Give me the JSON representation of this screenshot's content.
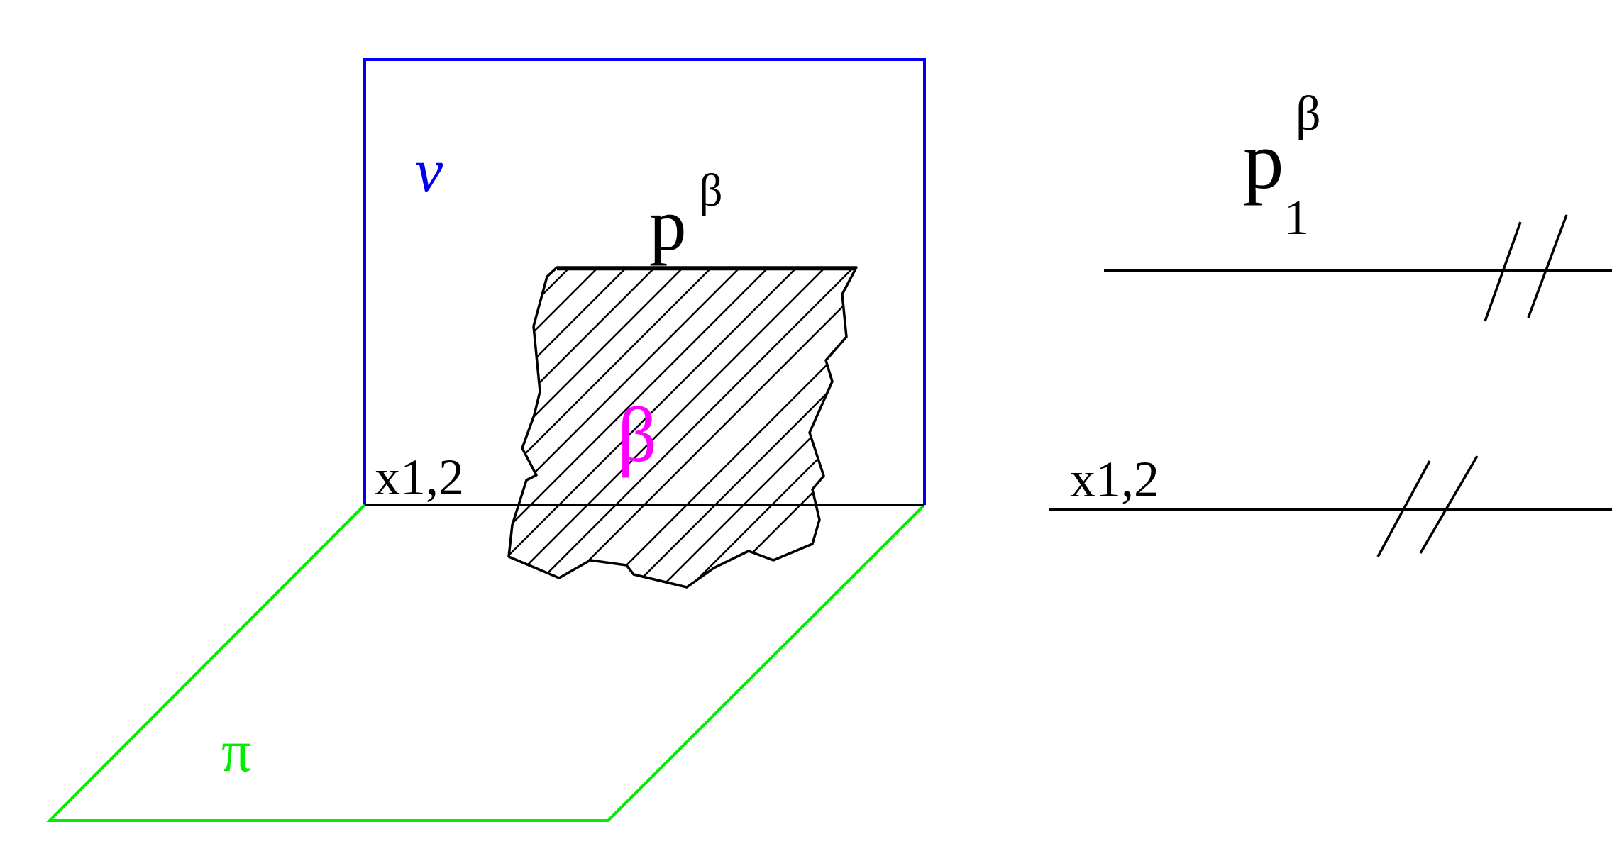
{
  "colors": {
    "frontal_plane": "#0000ee",
    "horizontal_plane": "#00ee00",
    "plane_beta": "#ff00ff",
    "ink": "#000000",
    "background": "#ffffff"
  },
  "labels": {
    "nu": "ν",
    "pi": "π",
    "beta": "β",
    "trace_base": "p",
    "trace_sup": "β",
    "axis_left": "x1,2",
    "trace1_base": "p",
    "trace1_sup": "β",
    "trace1_sub": "1",
    "axis_right": "x1,2"
  }
}
